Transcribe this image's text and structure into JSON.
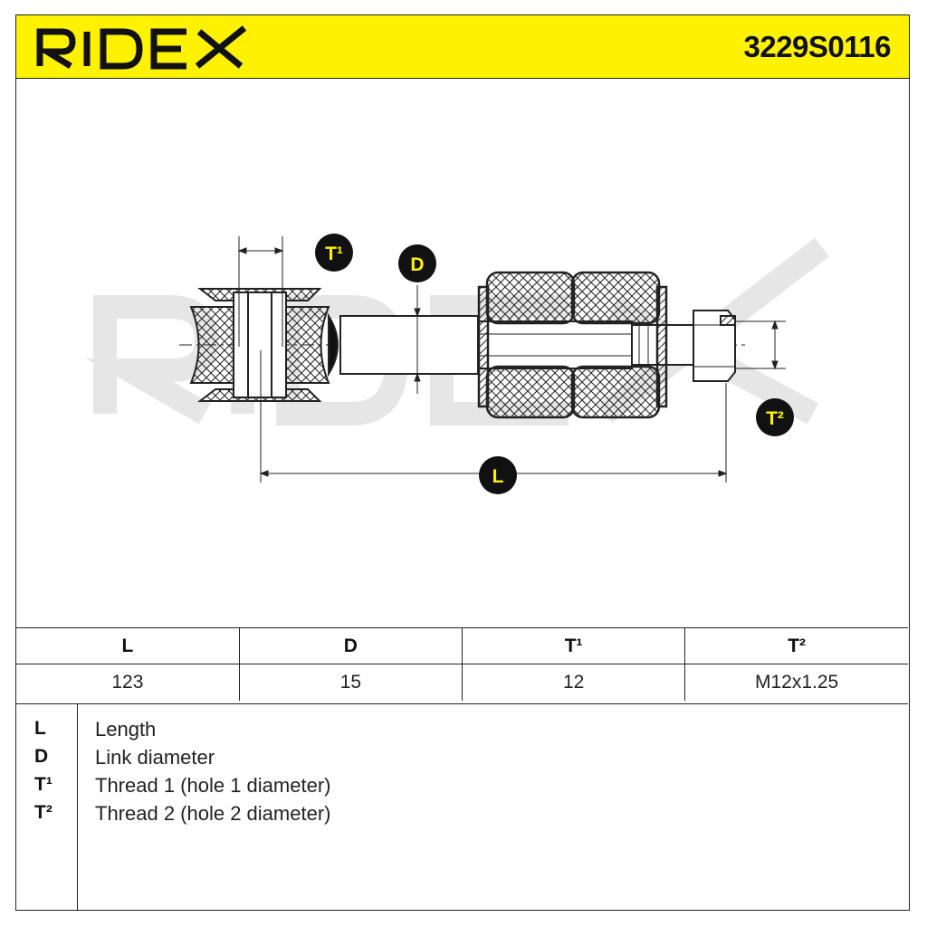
{
  "header": {
    "brand": "RIDEX",
    "part_number": "3229S0116"
  },
  "diagram": {
    "labels": {
      "t1": "T¹",
      "d": "D",
      "t2": "T²",
      "l": "L"
    },
    "colors": {
      "header_bg": "#fff200",
      "badge_bg": "#111111",
      "badge_text": "#fff200",
      "watermark": "#e6e6e6"
    }
  },
  "spec_table": {
    "headers": [
      "L",
      "D",
      "T¹",
      "T²"
    ],
    "values": [
      "123",
      "15",
      "12",
      "M12x1.25"
    ]
  },
  "legend": [
    {
      "key": "L",
      "desc": "Length"
    },
    {
      "key": "D",
      "desc": "Link diameter"
    },
    {
      "key": "T¹",
      "desc": "Thread 1 (hole 1 diameter)"
    },
    {
      "key": "T²",
      "desc": "Thread 2 (hole 2 diameter)"
    }
  ]
}
